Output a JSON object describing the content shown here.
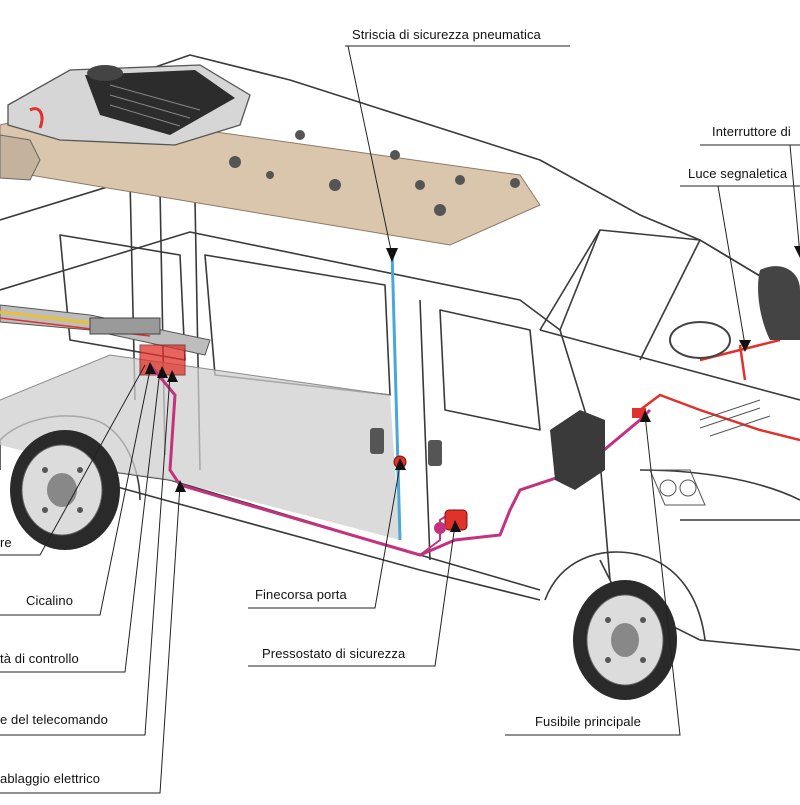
{
  "labels": {
    "striscia": "Striscia di sicurezza pneumatica",
    "interruttore": "Interruttore di",
    "luce": "Luce segnaletica",
    "sensore": "re",
    "cicalino": "Cicalino",
    "unita": "tà di controllo",
    "ricevitore": "e del telecomando",
    "cablaggio": "ablaggio elettrico",
    "finecorsa": "Finecorsa porta",
    "pressostato": "Pressostato di sicurezza",
    "fusibile": "Fusibile principale"
  },
  "colors": {
    "wiring_main": "#c2327f",
    "wiring_cab": "#e0312a",
    "pneumatic_strip": "#4aa8d8",
    "roof_panel": "#d9c6ad",
    "floor": "#cfcfcf"
  }
}
